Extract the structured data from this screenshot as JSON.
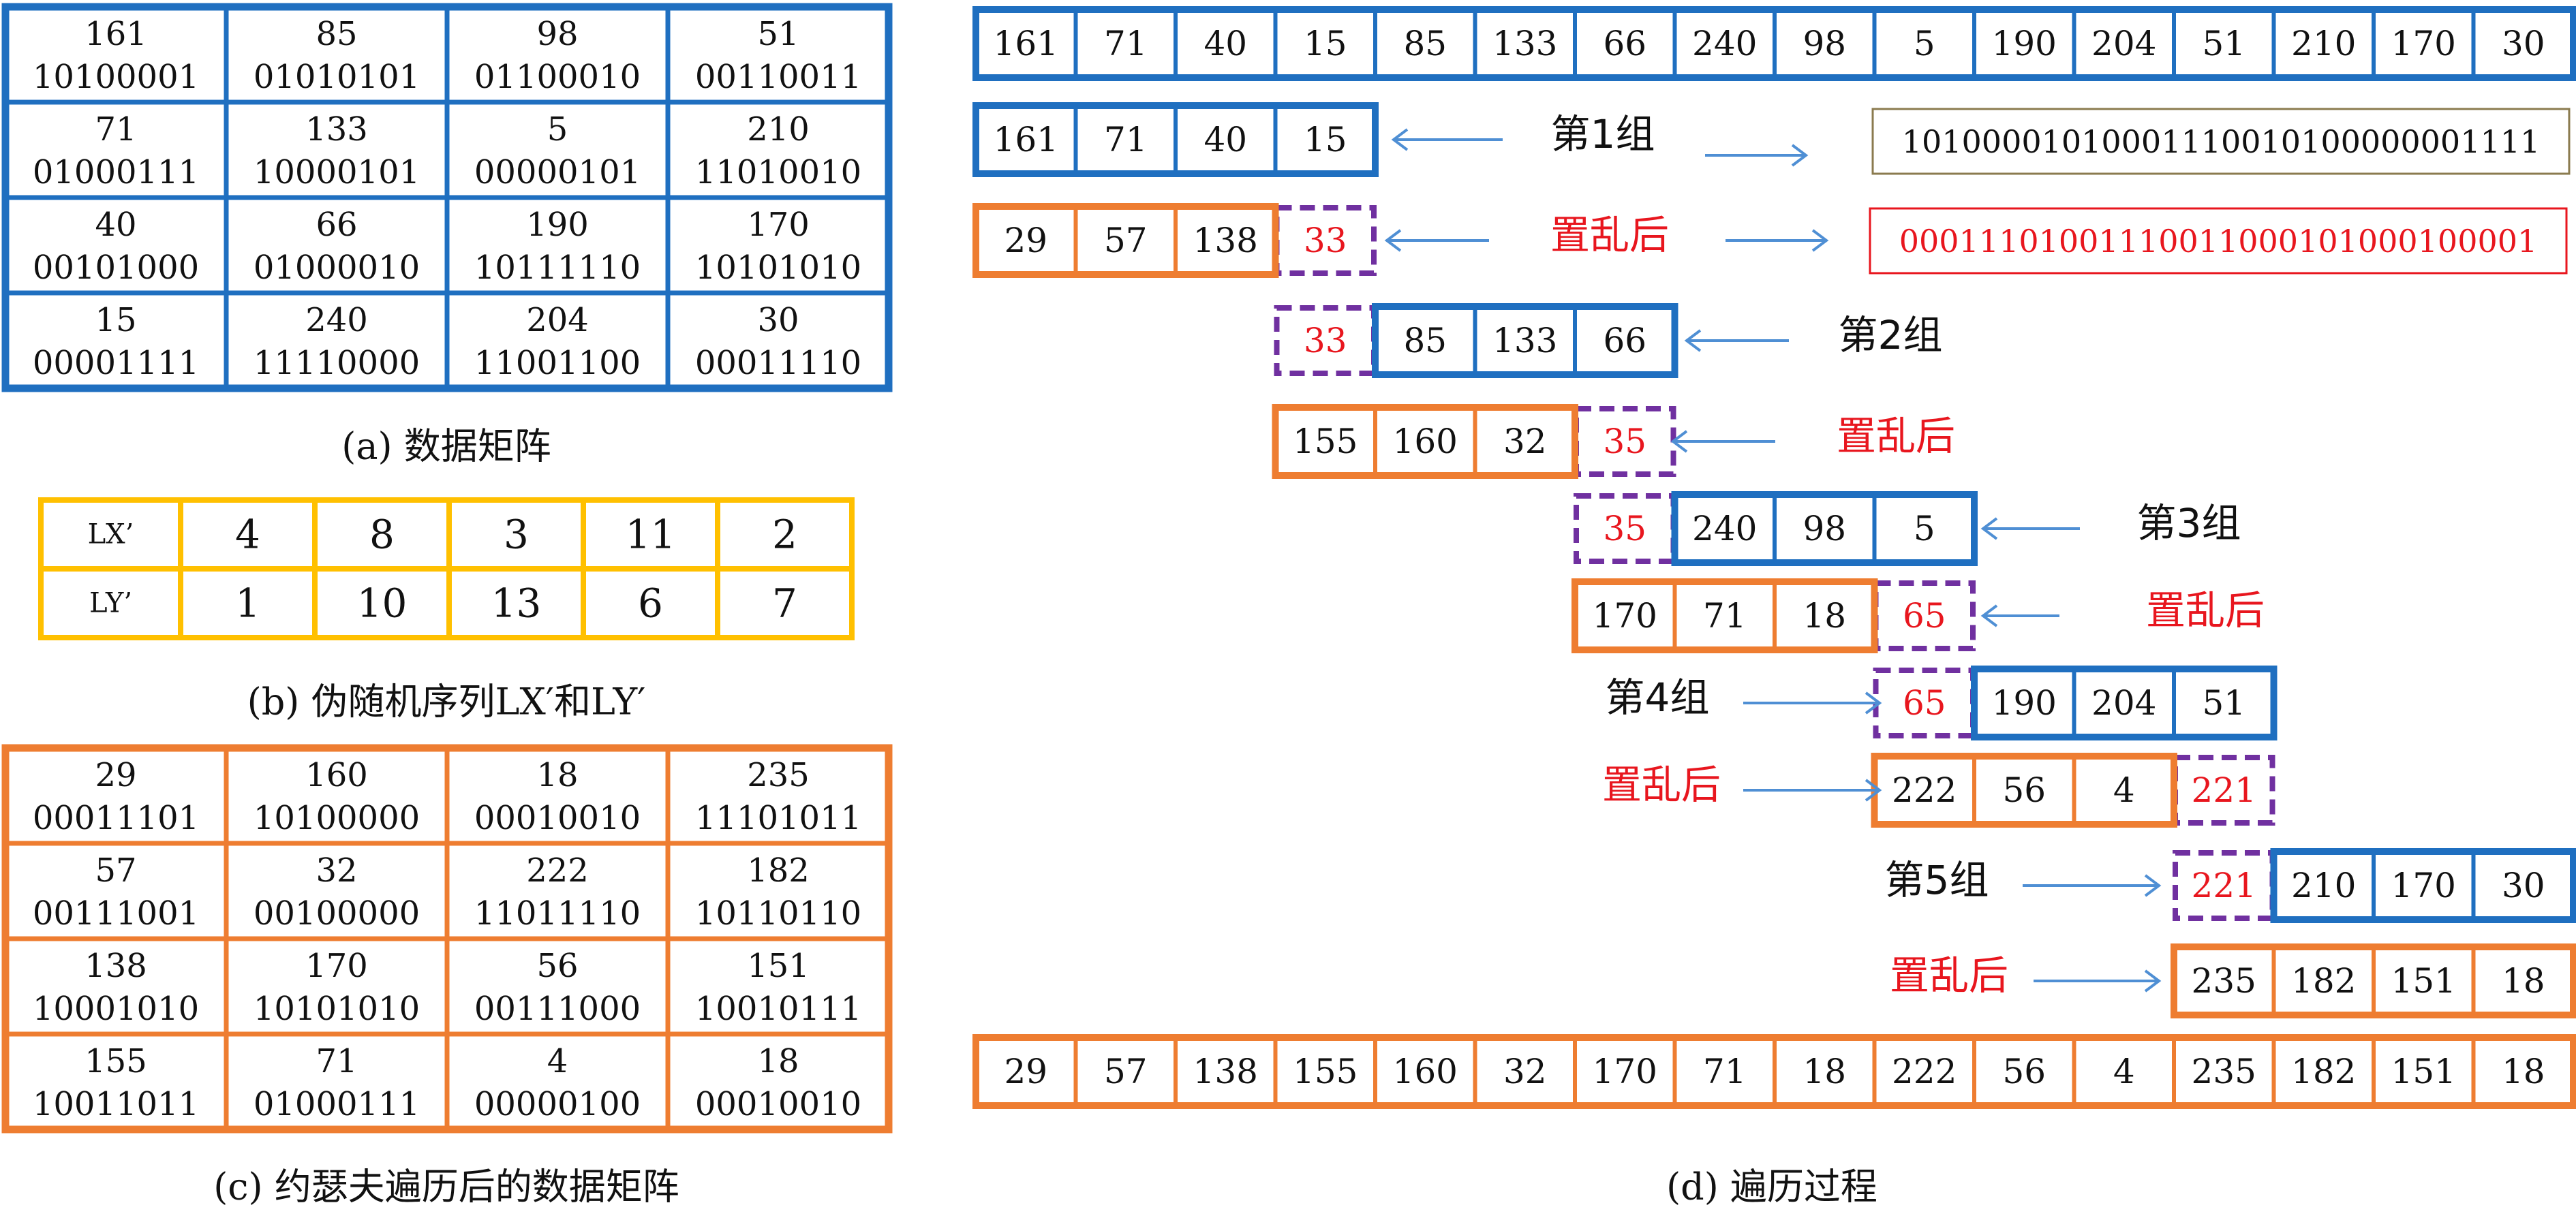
{
  "colors": {
    "blue": "#1f6fc0",
    "orange": "#ee7d31",
    "yellow": "#ffc000",
    "purple": "#7030a0",
    "red": "#e8161e",
    "text": "#111111",
    "olive": "#8b7b4f",
    "arrow": "#4f8fd4"
  },
  "matrix_a": {
    "caption": "(a) 数据矩阵",
    "rows": [
      [
        {
          "num": "161",
          "bin": "10100001"
        },
        {
          "num": "85",
          "bin": "01010101"
        },
        {
          "num": "98",
          "bin": "01100010"
        },
        {
          "num": "51",
          "bin": "00110011"
        }
      ],
      [
        {
          "num": "71",
          "bin": "01000111"
        },
        {
          "num": "133",
          "bin": "10000101"
        },
        {
          "num": "5",
          "bin": "00000101"
        },
        {
          "num": "210",
          "bin": "11010010"
        }
      ],
      [
        {
          "num": "40",
          "bin": "00101000"
        },
        {
          "num": "66",
          "bin": "01000010"
        },
        {
          "num": "190",
          "bin": "10111110"
        },
        {
          "num": "170",
          "bin": "10101010"
        }
      ],
      [
        {
          "num": "15",
          "bin": "00001111"
        },
        {
          "num": "240",
          "bin": "11110000"
        },
        {
          "num": "204",
          "bin": "11001100"
        },
        {
          "num": "30",
          "bin": "00011110"
        }
      ]
    ]
  },
  "seq_b": {
    "caption": "(b) 伪随机序列LX′和LY′",
    "rows": [
      {
        "label": "LX’",
        "values": [
          "4",
          "8",
          "3",
          "11",
          "2"
        ]
      },
      {
        "label": "LY’",
        "values": [
          "1",
          "10",
          "13",
          "6",
          "7"
        ]
      }
    ]
  },
  "matrix_c": {
    "caption": "(c) 约瑟夫遍历后的数据矩阵",
    "rows": [
      [
        {
          "num": "29",
          "bin": "00011101"
        },
        {
          "num": "160",
          "bin": "10100000"
        },
        {
          "num": "18",
          "bin": "00010010"
        },
        {
          "num": "235",
          "bin": "11101011"
        }
      ],
      [
        {
          "num": "57",
          "bin": "00111001"
        },
        {
          "num": "32",
          "bin": "00100000"
        },
        {
          "num": "222",
          "bin": "11011110"
        },
        {
          "num": "182",
          "bin": "10110110"
        }
      ],
      [
        {
          "num": "138",
          "bin": "10001010"
        },
        {
          "num": "170",
          "bin": "10101010"
        },
        {
          "num": "56",
          "bin": "00111000"
        },
        {
          "num": "151",
          "bin": "10010111"
        }
      ],
      [
        {
          "num": "155",
          "bin": "10011011"
        },
        {
          "num": "71",
          "bin": "01000111"
        },
        {
          "num": "4",
          "bin": "00000100"
        },
        {
          "num": "18",
          "bin": "00010010"
        }
      ]
    ]
  },
  "process_d": {
    "caption": "(d) 遍历过程",
    "top_row": [
      "161",
      "71",
      "40",
      "15",
      "85",
      "133",
      "66",
      "240",
      "98",
      "5",
      "190",
      "204",
      "51",
      "210",
      "170",
      "30"
    ],
    "bottom_row": [
      "29",
      "57",
      "138",
      "155",
      "160",
      "32",
      "170",
      "71",
      "18",
      "222",
      "56",
      "4",
      "235",
      "182",
      "151",
      "18"
    ],
    "binary_before": "10100001010001110010100000001111",
    "binary_after": "00011101001110011000101000100001",
    "rows": [
      {
        "cells": [
          {
            "v": "161",
            "s": "blue"
          },
          {
            "v": "71",
            "s": "blue"
          },
          {
            "v": "40",
            "s": "blue"
          },
          {
            "v": "15",
            "s": "blue"
          }
        ],
        "label": "第1组",
        "red": false
      },
      {
        "cells": [
          {
            "v": "29",
            "s": "orange"
          },
          {
            "v": "57",
            "s": "orange"
          },
          {
            "v": "138",
            "s": "orange"
          },
          {
            "v": "33",
            "s": "purple"
          }
        ],
        "label": "置乱后",
        "red": true
      },
      {
        "cells": [
          {
            "v": "33",
            "s": "purple"
          },
          {
            "v": "85",
            "s": "blue"
          },
          {
            "v": "133",
            "s": "blue"
          },
          {
            "v": "66",
            "s": "blue"
          }
        ],
        "label": "第2组",
        "red": false
      },
      {
        "cells": [
          {
            "v": "155",
            "s": "orange"
          },
          {
            "v": "160",
            "s": "orange"
          },
          {
            "v": "32",
            "s": "orange"
          },
          {
            "v": "35",
            "s": "purple"
          }
        ],
        "label": "置乱后",
        "red": true
      },
      {
        "cells": [
          {
            "v": "35",
            "s": "purple"
          },
          {
            "v": "240",
            "s": "blue"
          },
          {
            "v": "98",
            "s": "blue"
          },
          {
            "v": "5",
            "s": "blue"
          }
        ],
        "label": "第3组",
        "red": false
      },
      {
        "cells": [
          {
            "v": "170",
            "s": "orange"
          },
          {
            "v": "71",
            "s": "orange"
          },
          {
            "v": "18",
            "s": "orange"
          },
          {
            "v": "65",
            "s": "purple"
          }
        ],
        "label": "置乱后",
        "red": true
      },
      {
        "cells": [
          {
            "v": "65",
            "s": "purple"
          },
          {
            "v": "190",
            "s": "blue"
          },
          {
            "v": "204",
            "s": "blue"
          },
          {
            "v": "51",
            "s": "blue"
          }
        ],
        "label": "第4组",
        "red": false
      },
      {
        "cells": [
          {
            "v": "222",
            "s": "orange"
          },
          {
            "v": "56",
            "s": "orange"
          },
          {
            "v": "4",
            "s": "orange"
          },
          {
            "v": "221",
            "s": "purple"
          }
        ],
        "label": "置乱后",
        "red": true
      },
      {
        "cells": [
          {
            "v": "221",
            "s": "purple"
          },
          {
            "v": "210",
            "s": "blue"
          },
          {
            "v": "170",
            "s": "blue"
          },
          {
            "v": "30",
            "s": "blue"
          }
        ],
        "label": "第5组",
        "red": false
      },
      {
        "cells": [
          {
            "v": "235",
            "s": "orange"
          },
          {
            "v": "182",
            "s": "orange"
          },
          {
            "v": "151",
            "s": "orange"
          },
          {
            "v": "18",
            "s": "orange"
          }
        ],
        "label": "置乱后",
        "red": true
      }
    ]
  }
}
